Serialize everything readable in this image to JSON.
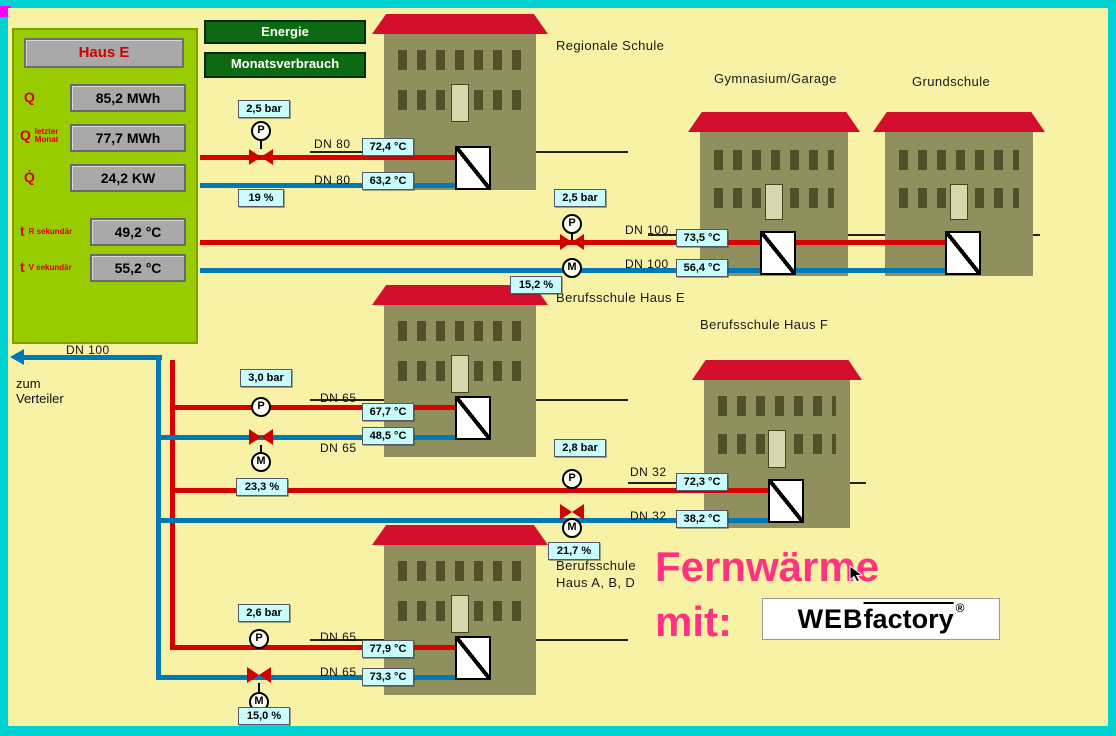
{
  "colors": {
    "supply_red": "#d80000",
    "return_blue": "#0079b8",
    "panel_green": "#99cc00",
    "button_green": "#0e6a12",
    "display_cyan": "#c9fcfc",
    "accent_magenta": "#ff3380",
    "roof_red": "#d40f2e",
    "building_olive": "#90905f",
    "frame_cyan": "#00d2d2",
    "background": "#f7f2a6"
  },
  "panel": {
    "title": "Haus E",
    "rows": [
      {
        "label": "Q",
        "sub": "",
        "value": "85,2 MWh"
      },
      {
        "label": "Q",
        "sub": "letzter Monat",
        "value": "77,7 MWh"
      },
      {
        "label": "Q̇",
        "sub": "",
        "value": "24,2 KW"
      },
      {
        "label": "t",
        "sub": "R sekundär",
        "value": "49,2 °C"
      },
      {
        "label": "t",
        "sub": "V sekundär",
        "value": "55,2 °C"
      }
    ]
  },
  "buttons": {
    "energie": "Energie",
    "monat": "Monatsverbrauch"
  },
  "trunk": {
    "dn": "DN 100",
    "dest1": "zum",
    "dest2": "Verteiler"
  },
  "buildings": {
    "b1": "Regionale Schule",
    "b2": "Gymnasium/Garage",
    "b3": "Grundschule",
    "b4": "Berufsschule Haus E",
    "b5": "Berufsschule Haus F",
    "b6a": "Berufsschule",
    "b6b": "Haus A, B, D"
  },
  "rows": {
    "r1": {
      "pressure": "2,5 bar",
      "percent": "19 %",
      "dns": "DN 80",
      "dnr": "DN 80",
      "ts": "72,4 °C",
      "tr": "63,2 °C"
    },
    "r2": {
      "pressure": "2,5 bar",
      "percent": "15,2 %",
      "dns": "DN 100",
      "dnr": "DN 100",
      "ts": "73,5 °C",
      "tr": "56,4 °C"
    },
    "r3": {
      "pressure": "3,0 bar",
      "percent": "23,3 %",
      "dns": "DN 65",
      "dnr": "DN 65",
      "ts": "67,7 °C",
      "tr": "48,5 °C"
    },
    "r4": {
      "pressure": "2,8 bar",
      "percent": "21,7 %",
      "dns": "DN 32",
      "dnr": "DN 32",
      "ts": "72,3 °C",
      "tr": "38,2 °C"
    },
    "r5": {
      "pressure": "2,6 bar",
      "percent": "15,0 %",
      "dns": "DN 65",
      "dnr": "DN 65",
      "ts": "77,9 °C",
      "tr": "73,3 °C"
    }
  },
  "instr": {
    "p": "P",
    "m": "M"
  },
  "footer": {
    "line1": "Fernwärme",
    "line2": "mit:",
    "logo_web": "WEB",
    "logo_factory": "factory",
    "logo_reg": "®"
  }
}
